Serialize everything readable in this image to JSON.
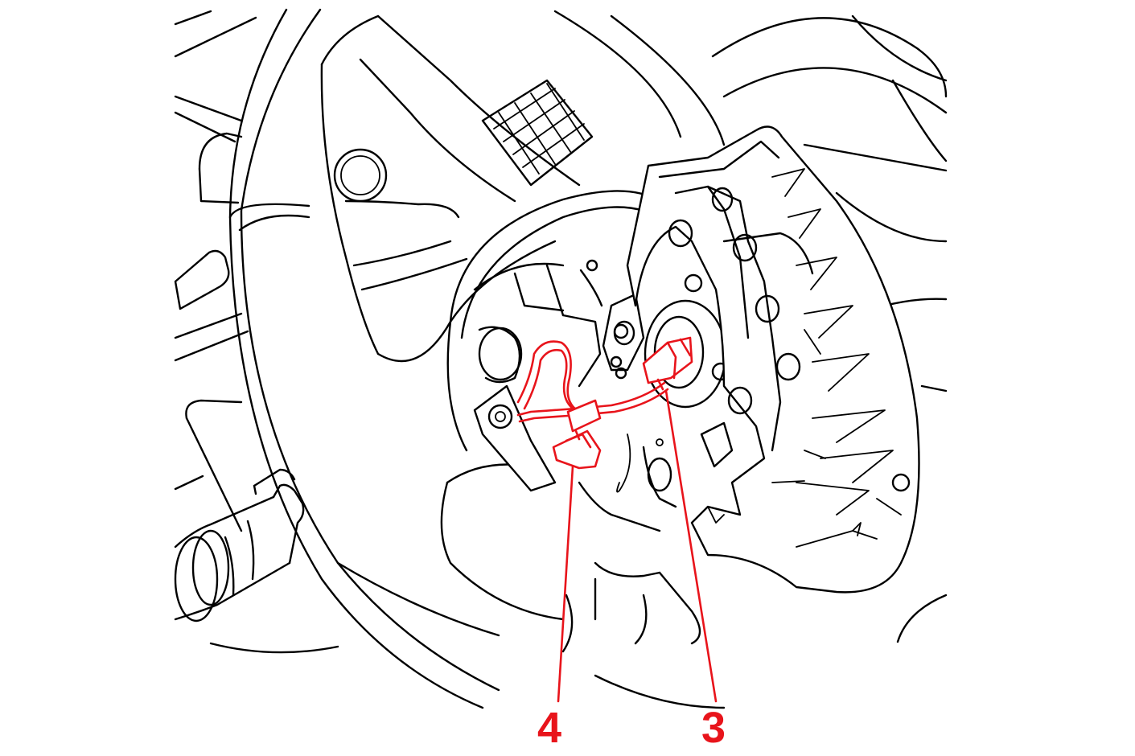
{
  "callouts": [
    {
      "id": "4",
      "label": "4",
      "target": "wiring-connector"
    },
    {
      "id": "3",
      "label": "3",
      "target": "airbag-connector"
    }
  ],
  "colors": {
    "line_art": "#000000",
    "highlight": "#e8141b",
    "background": "#ffffff"
  }
}
